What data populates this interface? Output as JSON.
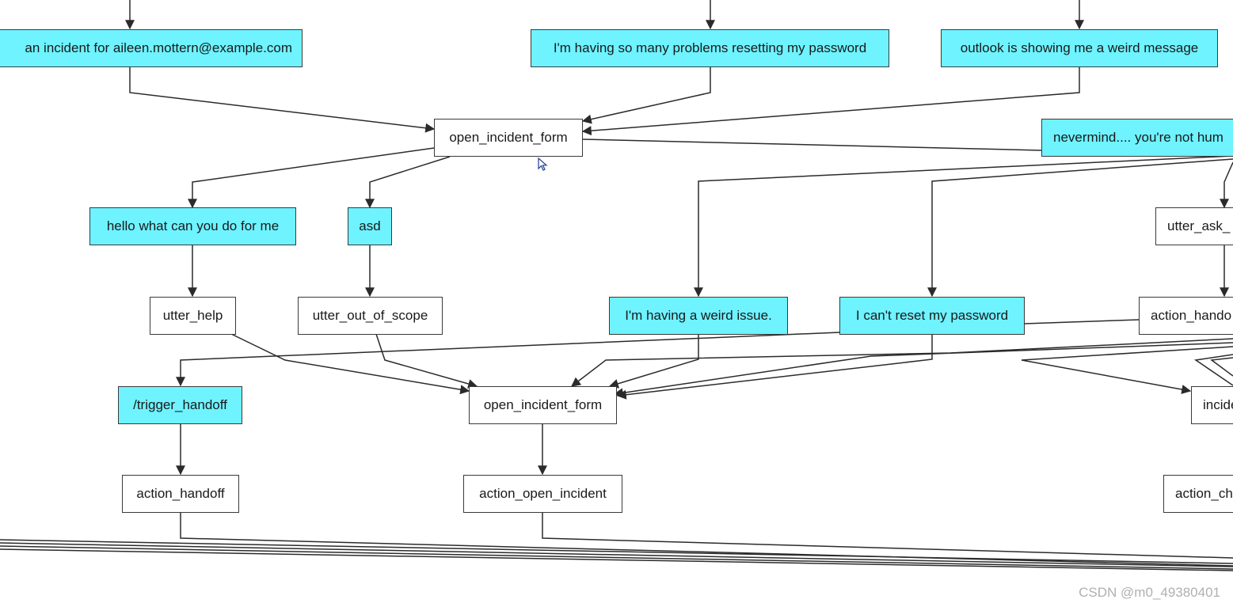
{
  "nodes": {
    "user_incident_aileen": "an incident for aileen.mottern@example.com",
    "user_password_problems": "I'm having so many problems resetting my password",
    "user_outlook_message": "outlook is showing me a weird message",
    "action_open_incident_form_top": "open_incident_form",
    "user_nevermind": "nevermind.... you're not hum",
    "user_hello": "hello what can you do for me",
    "user_asd": "asd",
    "action_utter_ask_partial": "utter_ask_",
    "action_utter_help": "utter_help",
    "action_utter_out_of_scope": "utter_out_of_scope",
    "user_weird_issue": "I'm having a weird issue.",
    "user_cant_reset": "I can't reset my password",
    "action_handoff_partial": "action_hando",
    "user_trigger_handoff": "/trigger_handoff",
    "action_open_incident_form_mid": "open_incident_form",
    "action_incident_partial": "incide",
    "action_handoff": "action_handoff",
    "action_open_incident": "action_open_incident",
    "action_ch_partial": "action_ch"
  },
  "colors": {
    "intent_fill": "#6ef3ff",
    "action_fill": "#ffffff",
    "edge": "#2b2b2b"
  },
  "watermark": "CSDN @m0_49380401",
  "cursor": "mouse-pointer-icon"
}
